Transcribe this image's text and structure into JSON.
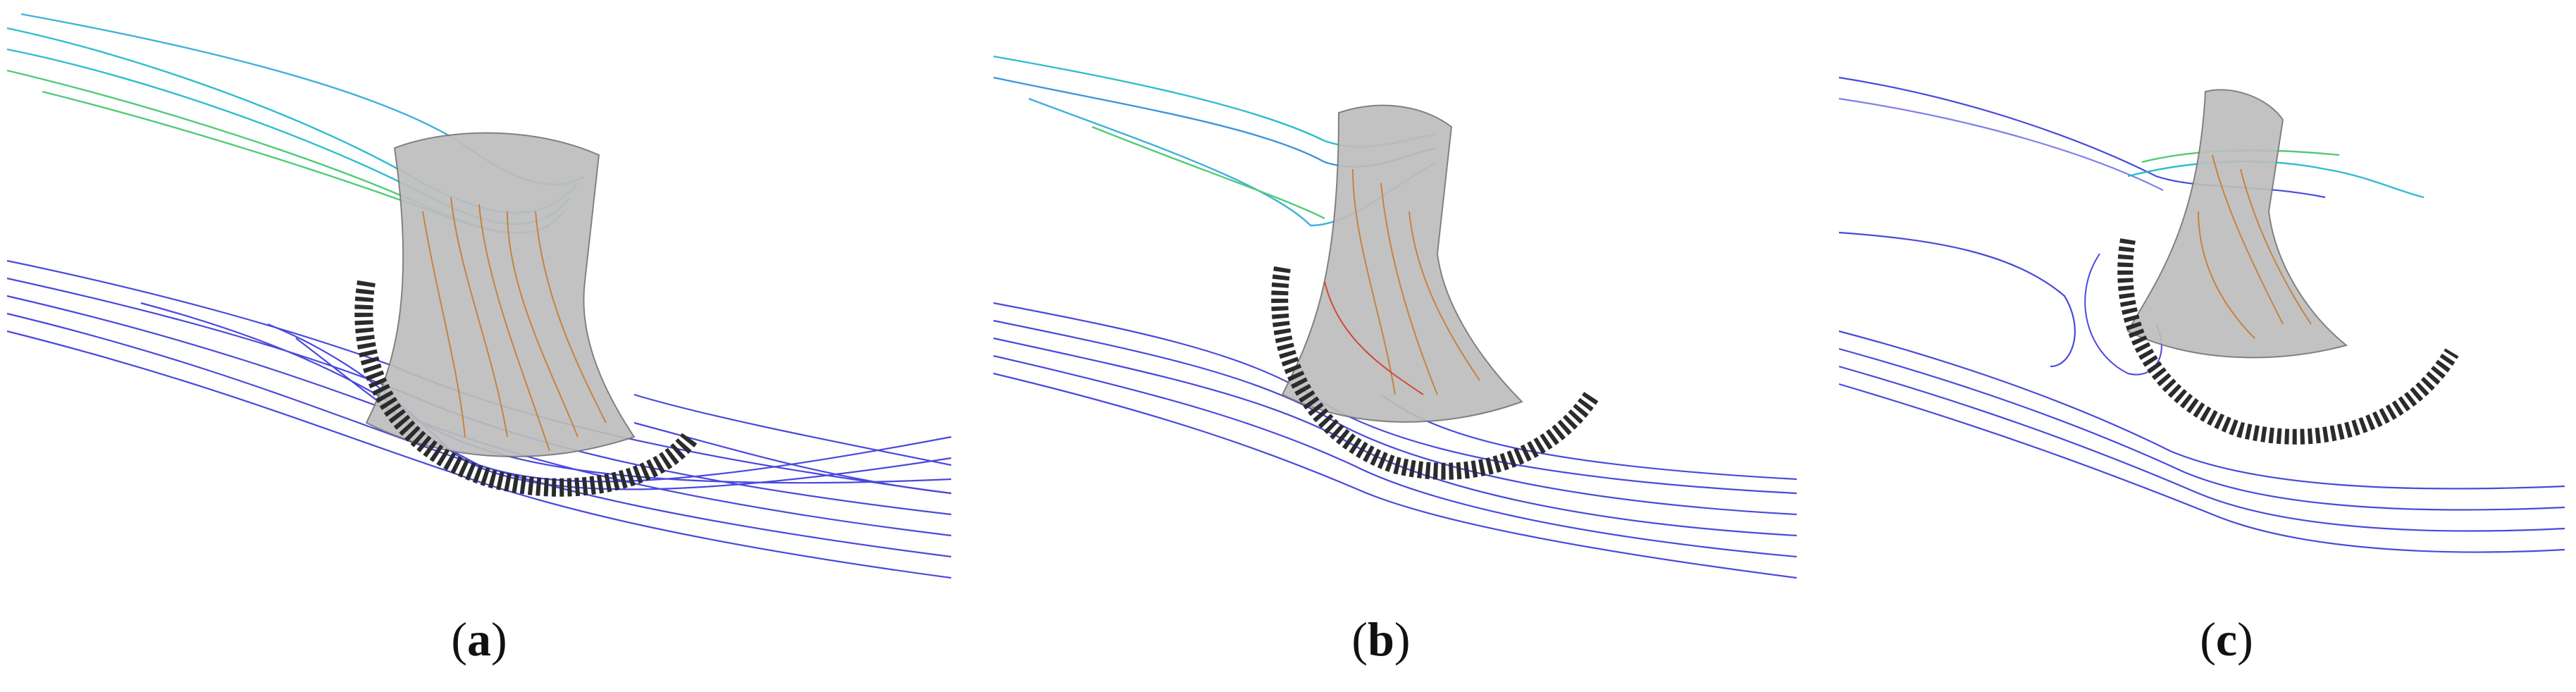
{
  "figure": {
    "panels": [
      {
        "id": "a",
        "label_open": "(",
        "label_letter": "a",
        "label_close": ")"
      },
      {
        "id": "b",
        "label_open": "(",
        "label_letter": "b",
        "label_close": ")"
      },
      {
        "id": "c",
        "label_open": "(",
        "label_letter": "c",
        "label_close": ")"
      }
    ],
    "colors": {
      "freestream": "#2a2ad8",
      "jet_cool": "#19b6c9",
      "jet_mid": "#3fc66a",
      "core_warm": "#c9782a",
      "core_hot": "#d6321e",
      "surface": "#bdbdbd",
      "ring": "#2b2b2b"
    }
  }
}
